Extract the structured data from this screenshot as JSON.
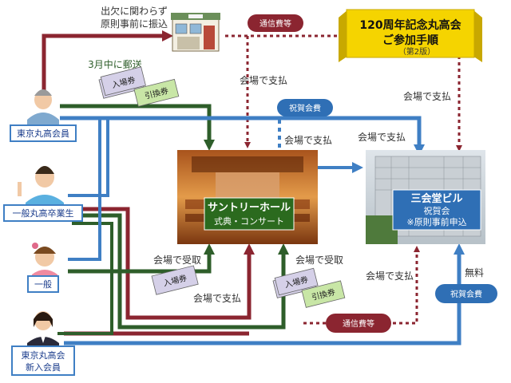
{
  "title": {
    "line1": "120周年記念丸高会",
    "line2": "ご参加手順",
    "edition": "（第2版）"
  },
  "notes": {
    "deposit": [
      "出欠に関わらず",
      "原則事前に振込"
    ],
    "mail_march": "3月中に郵送"
  },
  "pills": {
    "comm_fee_top": "通信費等",
    "congrats_fee_top": "祝賀会費",
    "comm_fee_bottom": "通信費等",
    "congrats_fee_bottom": "祝賀会費"
  },
  "labels": {
    "pay_at_venue_1": "会場で支払",
    "pay_at_venue_2": "会場で支払",
    "pay_at_venue_3": "会場で支払",
    "pay_at_venue_4": "会場で支払",
    "pay_at_venue_5": "会場で支払",
    "receive_at_venue_1": "会場で受取",
    "receive_at_venue_2": "会場で受取",
    "free": "無料"
  },
  "tickets": {
    "admission_top": "入場券",
    "exchange_top": "引換券",
    "admission_mid": "入場券",
    "admission_right": "入場券",
    "exchange_right": "引換券"
  },
  "people": {
    "member": "東京丸高会員",
    "graduate": "一般丸高卒業生",
    "general": "一般",
    "new_member": [
      "東京丸高会",
      "新入会員"
    ]
  },
  "venues": {
    "suntory": {
      "name": "サントリーホール",
      "event": "式典・コンサート"
    },
    "sankaido": {
      "name": "三会堂ビル",
      "event": "祝賀会",
      "note": "※原則事前申込"
    }
  },
  "colors": {
    "red": "#8b2530",
    "green": "#2e5e2a",
    "blue": "#3f7fc4",
    "pill_red": "#8b2530",
    "pill_blue": "#2f6fb5",
    "banner": "#f5d400",
    "ticket": "#d5d0e8",
    "exchange": "#c8e6a6"
  }
}
